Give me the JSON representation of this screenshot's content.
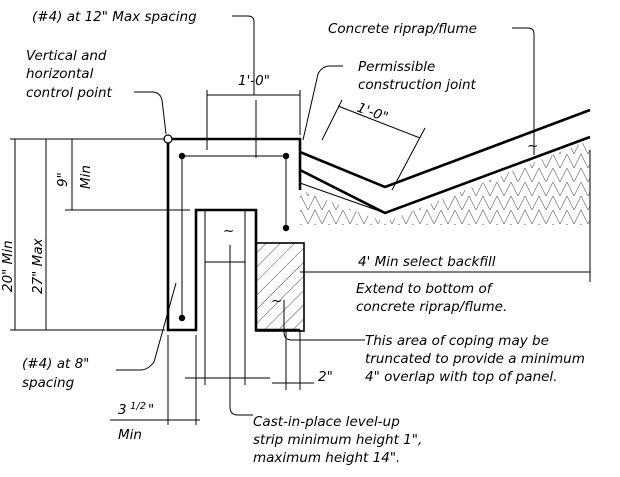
{
  "colors": {
    "ink": "#000000",
    "background": "#ffffff"
  },
  "labels": {
    "rebar_top": "(#4) at 12\" Max spacing",
    "riprap": "Concrete riprap/flume",
    "control_point": [
      "Vertical and",
      "horizontal",
      "control point"
    ],
    "permissible_joint": [
      "Permissible",
      "construction joint"
    ],
    "dim_top_width": "1'-0\"",
    "dim_slope": "1'-0\"",
    "dim_9": "9\"",
    "dim_9_min": "Min",
    "dim_20_min": "20\" Min",
    "dim_27_max": "27\" Max",
    "backfill": "4' Min select backfill",
    "extend_bottom": [
      "Extend to bottom of",
      "concrete riprap/flume."
    ],
    "truncate_note": [
      "This area of coping may be",
      "truncated to provide a minimum",
      "4\" overlap with top of panel."
    ],
    "rebar_side": [
      "(#4) at 8\"",
      "spacing"
    ],
    "dim_2": "2\"",
    "dim_3_5_whole": "3",
    "dim_3_5_frac": "1/2",
    "dim_3_5_unit": "\"",
    "dim_3_5_min": "Min",
    "levelup_strip": [
      "Cast-in-place level-up",
      "strip minimum height 1\",",
      "maximum height 14\"."
    ]
  }
}
